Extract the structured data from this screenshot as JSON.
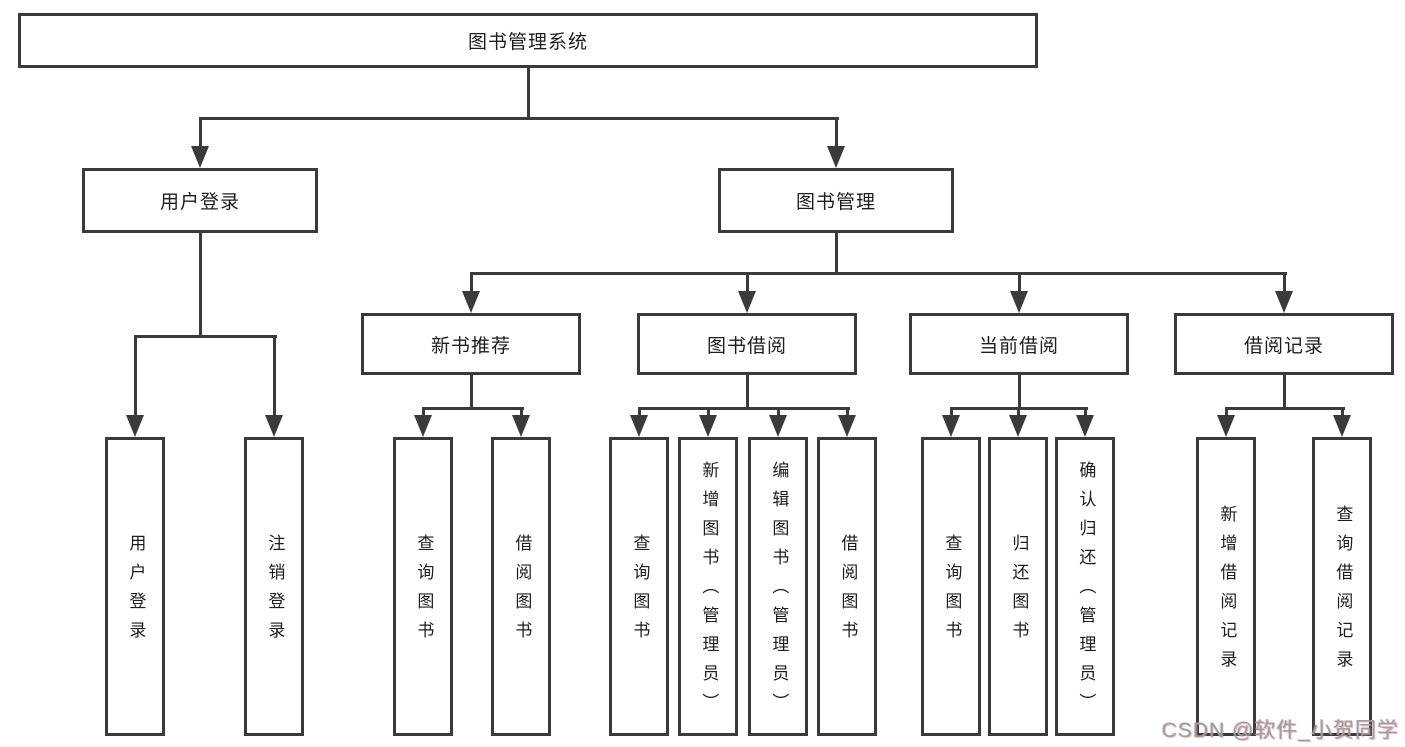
{
  "diagram_title": "图书管理系统",
  "colors": {
    "line": "#3a3a3a",
    "box_border": "#3a3a3a",
    "box_background": "#ffffff",
    "text": "#1d1d1f",
    "watermark_text": "#9e9e9e"
  },
  "root": {
    "label": "图书管理系统"
  },
  "level2": {
    "user_login": {
      "label": "用户登录"
    },
    "book_mgmt": {
      "label": "图书管理"
    }
  },
  "level3": {
    "new_books": {
      "label": "新书推荐"
    },
    "book_borrow": {
      "label": "图书借阅"
    },
    "current_borrow": {
      "label": "当前借阅"
    },
    "borrow_records": {
      "label": "借阅记录"
    }
  },
  "leaves": {
    "user_login": {
      "label": "用户登录"
    },
    "logout": {
      "label": "注销登录"
    },
    "nb_query_books": {
      "label": "查询图书"
    },
    "nb_borrow_books": {
      "label": "借阅图书"
    },
    "bb_query_books": {
      "label": "查询图书"
    },
    "bb_add_books": {
      "label": "新增图书（管理员）"
    },
    "bb_edit_books": {
      "label": "编辑图书（管理员）"
    },
    "bb_borrow_books": {
      "label": "借阅图书"
    },
    "cb_query_books": {
      "label": "查询图书"
    },
    "cb_return_books": {
      "label": "归还图书"
    },
    "cb_confirm_return": {
      "label": "确认归还（管理员）"
    },
    "br_add_record": {
      "label": "新增借阅记录"
    },
    "br_query_record": {
      "label": "查询借阅记录"
    }
  },
  "watermark": {
    "text": "CSDN @软件_小贺同学"
  }
}
